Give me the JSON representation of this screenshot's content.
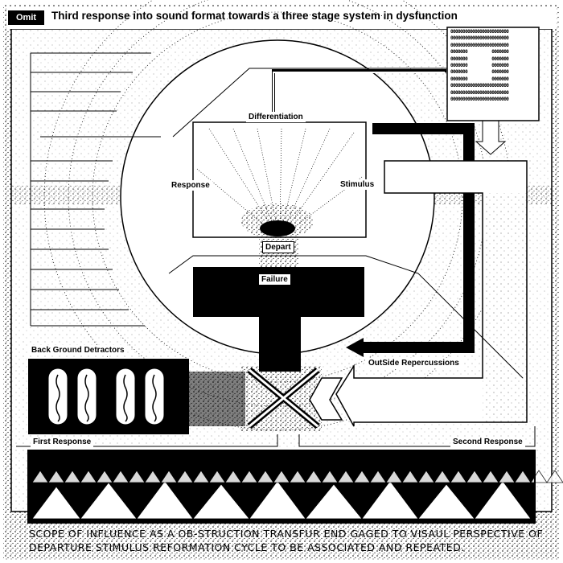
{
  "header": {
    "omit_label": "Omit",
    "title": "Third response into sound format towards a three stage system in dysfunction"
  },
  "labels": {
    "differentiation": "Differentiation",
    "response": "Response",
    "stimulus": "Stimulus",
    "depart": "Depart",
    "failure": "Failure",
    "background_detractors": "Back Ground Detractors",
    "outside_repercussions": "OutSide Repercussions",
    "first_response": "First Response",
    "second_response": "Second Response"
  },
  "zero_grid": {
    "full_row": "000000000000000000000000",
    "side_row": "0000000          0000000"
  },
  "caption": {
    "line1": "Scope of influence as a ob-struction transfur end gaged to visaul perspective of",
    "line2": "departure stimulus reformation cycle to be associated and repeated."
  },
  "colors": {
    "ink": "#000000",
    "paper": "#ffffff"
  }
}
